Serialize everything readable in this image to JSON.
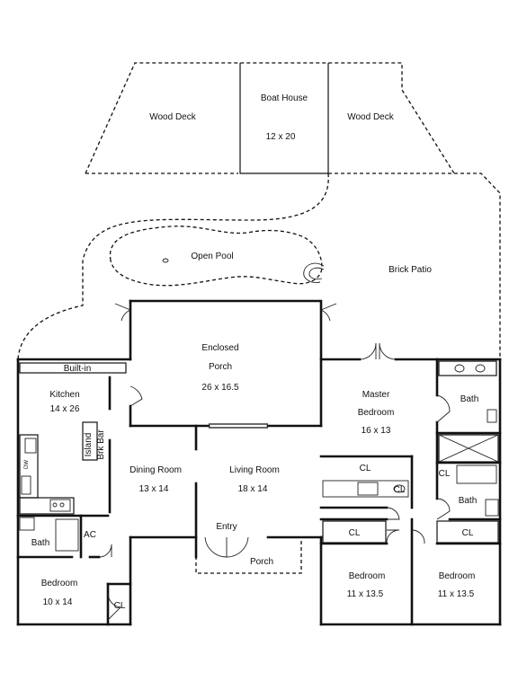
{
  "labels": {
    "wood_deck_left": "Wood Deck",
    "boat_house": "Boat House",
    "boat_house_size": "12 x 20",
    "wood_deck_right": "Wood Deck",
    "open_pool": "Open Pool",
    "brick_patio": "Brick Patio",
    "enclosed_porch": "Enclosed",
    "enclosed_porch_2": "Porch",
    "enclosed_porch_size": "26 x 16.5",
    "built_in": "Built-in",
    "kitchen": "Kitchen",
    "kitchen_size": "14 x 26",
    "island": "Island",
    "brk_bar": "Brk Bar",
    "dw": "DW",
    "dining_room": "Dining Room",
    "dining_room_size": "13 x 14",
    "living_room": "Living Room",
    "living_room_size": "18 x 14",
    "master_bedroom": "Master",
    "master_bedroom_2": "Bedroom",
    "master_bedroom_size": "16 x 13",
    "master_bath": "Bath",
    "master_cl": "CL",
    "cl_small_a": "CL",
    "cl_small_b": "CL",
    "hall_bath": "Bath",
    "entry": "Entry",
    "porch": "Porch",
    "bath_left": "Bath",
    "ac": "AC",
    "bedroom_left": "Bedroom",
    "bedroom_left_size": "10 x 14",
    "cl_left": "CL",
    "bedroom_mid_cl": "CL",
    "bedroom_mid": "Bedroom",
    "bedroom_mid_size": "11 x 13.5",
    "bedroom_right_cl": "CL",
    "bedroom_right": "Bedroom",
    "bedroom_right_size": "11 x 13.5"
  }
}
